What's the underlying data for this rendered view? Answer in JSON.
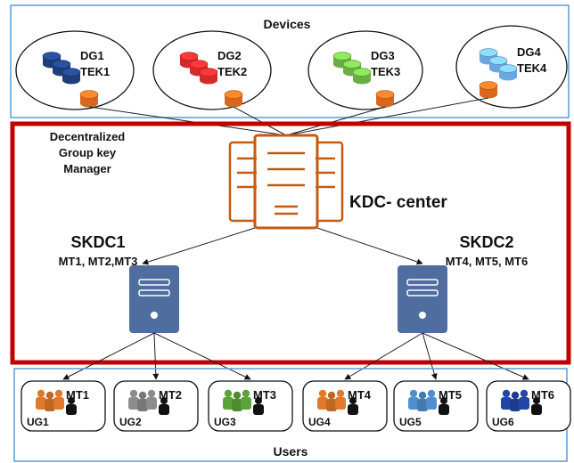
{
  "devices": {
    "title": "Devices",
    "groups": [
      {
        "name": "DG1",
        "tek": "TEK1",
        "color": "#1f3d7a"
      },
      {
        "name": "DG2",
        "tek": "TEK2",
        "color": "#d42a2a"
      },
      {
        "name": "DG3",
        "tek": "TEK3",
        "color": "#6aad45"
      },
      {
        "name": "DG4",
        "tek": "TEK4",
        "color": "#6aa6e0"
      }
    ]
  },
  "manager": {
    "label_lines": [
      "Decentralized",
      "Group key",
      "Manager"
    ],
    "border_color": "#c00000"
  },
  "kdc": {
    "label": "KDC- center",
    "icon": "server-tower-icon",
    "color": "#c55a11"
  },
  "skdc": [
    {
      "name": "SKDC1",
      "mts": "MT1, MT2,MT3"
    },
    {
      "name": "SKDC2",
      "mts": "MT4, MT5, MT6"
    }
  ],
  "users": {
    "title": "Users",
    "groups": [
      {
        "mt": "MT1",
        "ug": "UG1",
        "color": "#e07a2a"
      },
      {
        "mt": "MT2",
        "ug": "UG2",
        "color": "#8c8c8c"
      },
      {
        "mt": "MT3",
        "ug": "UG3",
        "color": "#5aa33a"
      },
      {
        "mt": "MT4",
        "ug": "UG4",
        "color": "#e07a2a"
      },
      {
        "mt": "MT5",
        "ug": "UG5",
        "color": "#4f8fd0"
      },
      {
        "mt": "MT6",
        "ug": "UG6",
        "color": "#2445a8"
      }
    ]
  },
  "colors": {
    "panel_border": "#5b9bd5",
    "server_blue": "#4f6d9e",
    "cylinder_orange": "#d9661f"
  }
}
